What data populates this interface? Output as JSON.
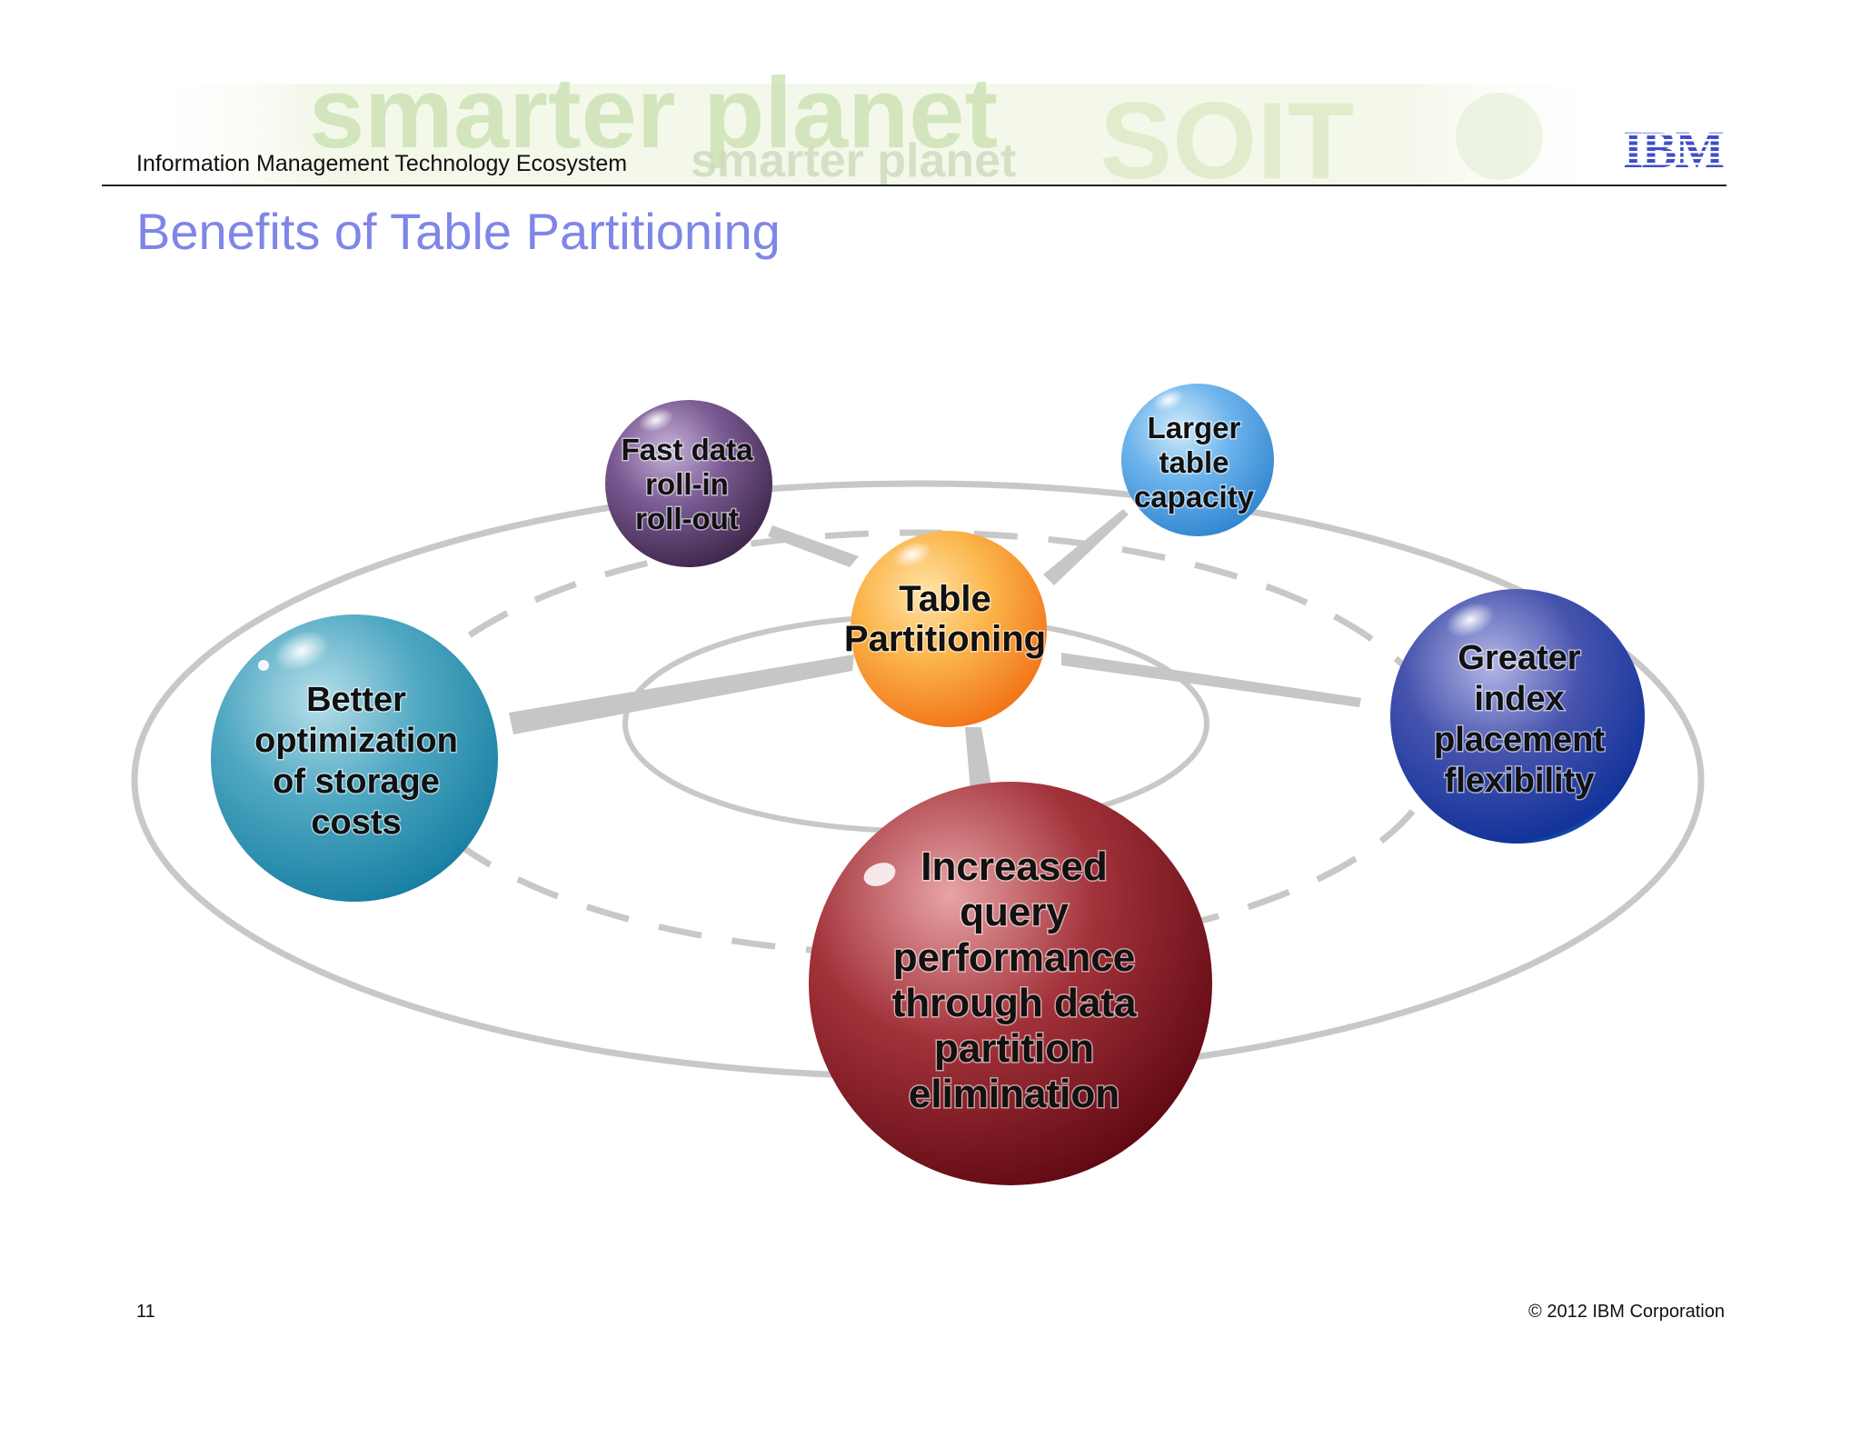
{
  "header": {
    "section": "Information Management Technology Ecosystem",
    "logo": "IBM",
    "watermark": "smarter planet"
  },
  "title": "Benefits of Table Partitioning",
  "diagram": {
    "center": {
      "label_lines": [
        "Table",
        "Partitioning"
      ],
      "color": "#f7a43a"
    },
    "benefits": [
      {
        "id": "fast-data-roll",
        "label_lines": [
          "Fast data",
          "roll-in",
          "roll-out"
        ],
        "color": "#6a4a7e"
      },
      {
        "id": "larger-table-capacity",
        "label_lines": [
          "Larger",
          "table",
          "capacity"
        ],
        "color": "#5aa8e8"
      },
      {
        "id": "better-optimization",
        "label_lines": [
          "Better",
          "optimization",
          "of storage",
          "costs"
        ],
        "color": "#2a93b4"
      },
      {
        "id": "greater-index-flexibility",
        "label_lines": [
          "Greater",
          "index",
          "placement",
          "flexibility"
        ],
        "color": "#2a3f9e"
      },
      {
        "id": "increased-query-performance",
        "label_lines": [
          "Increased",
          "query",
          "performance",
          "through data",
          "partition",
          "elimination"
        ],
        "color": "#8e1c24"
      }
    ]
  },
  "footer": {
    "page_number": "11",
    "copyright": "© 2012 IBM Corporation"
  }
}
